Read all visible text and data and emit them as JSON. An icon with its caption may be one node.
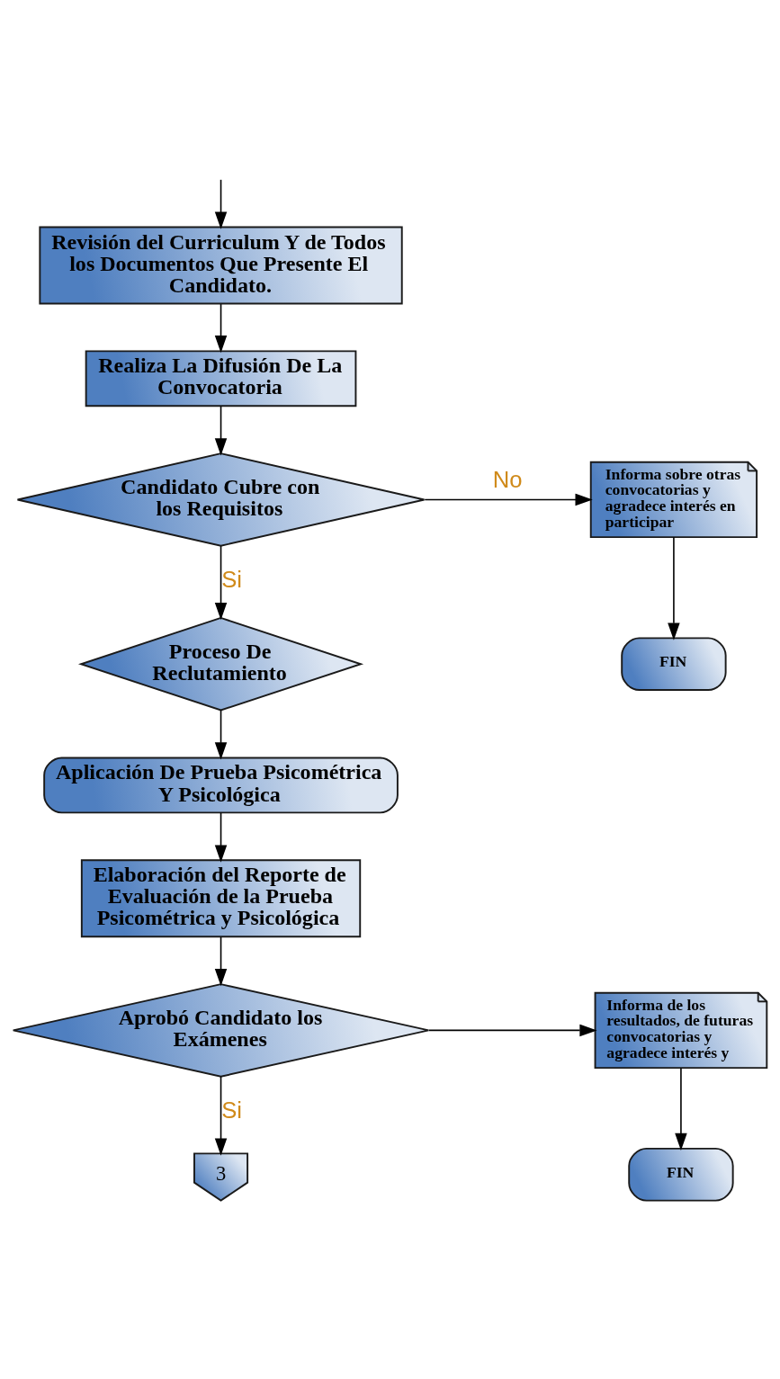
{
  "diagram": {
    "nodes": [
      {
        "text": [
          "Revisión del Curriculum Y de Todos los Documentos Que Presente El Candidato."
        ]
      },
      {
        "text": [
          "Realiza La Difusión De La Convocatoria"
        ]
      },
      {
        "text": [
          "Candidato Cubre con los Requisitos"
        ]
      },
      {
        "text": [
          "Informa sobre otras convocatorias y agradece interés en participar"
        ]
      },
      {
        "text": [
          "FIN"
        ]
      },
      {
        "text": [
          "Proceso De Reclutamiento"
        ]
      },
      {
        "text": [
          "Aplicación De Prueba Psicométrica Y Psicológica"
        ]
      },
      {
        "text": [
          "Elaboración del Reporte de Evaluación de la Prueba Psicométrica y Psicológica"
        ]
      },
      {
        "text": [
          "Aprobó Candidato los Exámenes"
        ]
      },
      {
        "text": [
          "Informa de los resultados, de futuras convocatorias y agradece interés y"
        ]
      },
      {
        "text": [
          "3"
        ]
      },
      {
        "text": [
          "FIN"
        ]
      }
    ],
    "edges": [
      {
        "from": null,
        "to": 0,
        "arrow": "to"
      },
      {
        "from": 0,
        "to": 1,
        "arrow": "to"
      },
      {
        "from": 1,
        "to": 2,
        "arrow": "to"
      },
      {
        "from": 2,
        "to": 3,
        "arrow": "to",
        "label": "No"
      },
      {
        "from": 2,
        "to": 5,
        "arrow": "to",
        "label": "Si"
      },
      {
        "from": 3,
        "to": 4,
        "arrow": "to"
      },
      {
        "from": 5,
        "to": 6,
        "arrow": "to"
      },
      {
        "from": 6,
        "to": 7,
        "arrow": "to"
      },
      {
        "from": 7,
        "to": 8,
        "arrow": "to"
      },
      {
        "from": 8,
        "to": 9,
        "arrow": "to"
      },
      {
        "from": 8,
        "to": 10,
        "arrow": "to",
        "label": "Si"
      },
      {
        "from": 9,
        "to": 11,
        "arrow": "to"
      }
    ]
  }
}
